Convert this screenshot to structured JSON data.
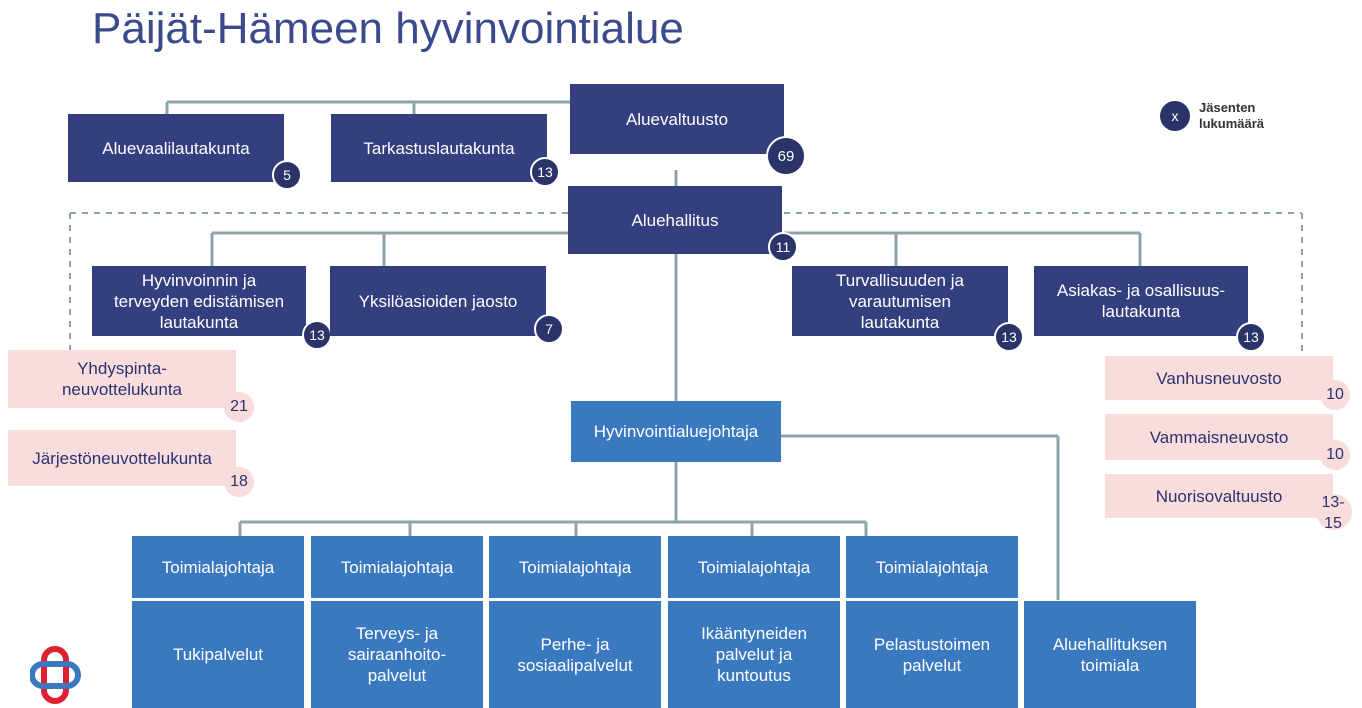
{
  "title": "Päijät-Hämeen hyvinvointialue",
  "legend": {
    "symbol": "x",
    "text": "Jäsenten\nlukumäärä"
  },
  "top": {
    "aluevaltuusto": {
      "label": "Aluevaltuusto",
      "count": "69"
    },
    "aluevaalilautakunta": {
      "label": "Aluevaalilautakunta",
      "count": "5"
    },
    "tarkastuslautakunta": {
      "label": "Tarkastuslautakunta",
      "count": "13"
    },
    "aluehallitus": {
      "label": "Aluehallitus",
      "count": "11"
    }
  },
  "committees": [
    {
      "label": "Hyvinvoinnin ja\nterveyden edistämisen\nlautakunta",
      "count": "13"
    },
    {
      "label": "Yksilöasioiden jaosto",
      "count": "7"
    },
    {
      "label": "Turvallisuuden ja\nvarautumisen\nlautakunta",
      "count": "13"
    },
    {
      "label": "Asiakas- ja osallisuus-\nlautakunta",
      "count": "13"
    }
  ],
  "councils_left": [
    {
      "label": "Yhdyspinta-\nneuvottelukunta",
      "count": "21"
    },
    {
      "label": "Järjestöneuvottelukunta",
      "count": "18"
    }
  ],
  "councils_right": [
    {
      "label": "Vanhusneuvosto",
      "count": "10"
    },
    {
      "label": "Vammaisneuvosto",
      "count": "10"
    },
    {
      "label": "Nuorisovaltuusto",
      "count": "13-\n15"
    }
  ],
  "director": "Hyvinvointialuejohtaja",
  "divisions": [
    {
      "head": "Toimialajohtaja",
      "name": "Tukipalvelut"
    },
    {
      "head": "Toimialajohtaja",
      "name": "Terveys- ja\nsairaanhoito-\npalvelut"
    },
    {
      "head": "Toimialajohtaja",
      "name": "Perhe- ja\nsosiaalipalvelut"
    },
    {
      "head": "Toimialajohtaja",
      "name": "Ikääntyneiden\npalvelut ja\nkuntoutus"
    },
    {
      "head": "Toimialajohtaja",
      "name": "Pelastustoimen\npalvelut"
    }
  ],
  "board_division": "Aluehallituksen\ntoimiala",
  "colors": {
    "dark": "#333f7e",
    "blue": "#3a79c0",
    "pink": "#f9dcdc",
    "line": "#8ea3ab",
    "logo_red": "#e0202e",
    "logo_blue": "#3a79c0"
  }
}
